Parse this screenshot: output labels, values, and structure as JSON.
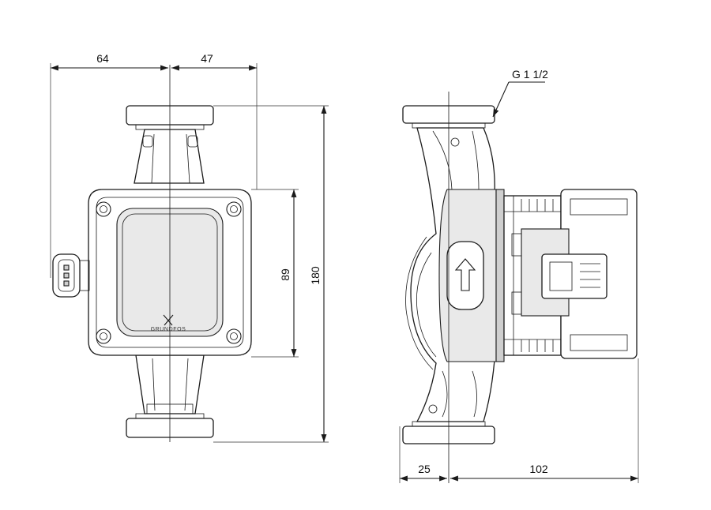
{
  "front_view": {
    "dim_left_width": "64",
    "dim_right_width": "47",
    "dim_head_height": "89",
    "dim_total_height": "180",
    "brand_logo_text": "GRUNDFOS"
  },
  "side_view": {
    "dim_port_offset": "25",
    "dim_depth": "102",
    "thread_spec": "G 1 1/2",
    "flow_arrow_icon": "arrow-up-icon"
  },
  "colors": {
    "line": "#1a1a1a",
    "background": "#ffffff"
  }
}
